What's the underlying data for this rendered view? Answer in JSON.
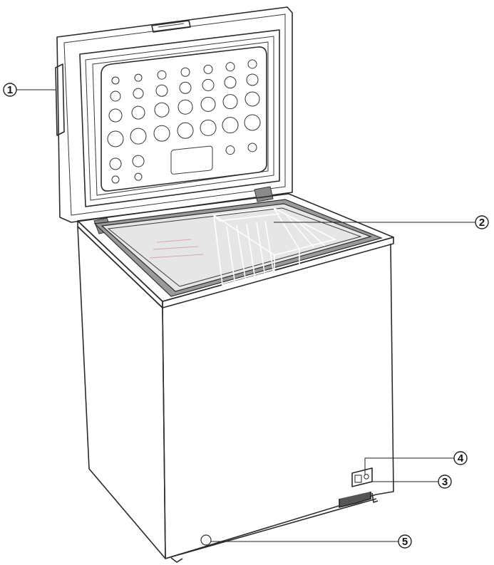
{
  "callouts": [
    {
      "id": "c1",
      "label": "1"
    },
    {
      "id": "c2",
      "label": "2"
    },
    {
      "id": "c3",
      "label": "3"
    },
    {
      "id": "c4",
      "label": "4"
    },
    {
      "id": "c5",
      "label": "5"
    }
  ],
  "colors": {
    "outline": "#2b2b2b",
    "hinge": "#8a8a8a",
    "seal": "#9a9a9a",
    "inner_light": "#e6e6e6",
    "background": "#ffffff"
  }
}
